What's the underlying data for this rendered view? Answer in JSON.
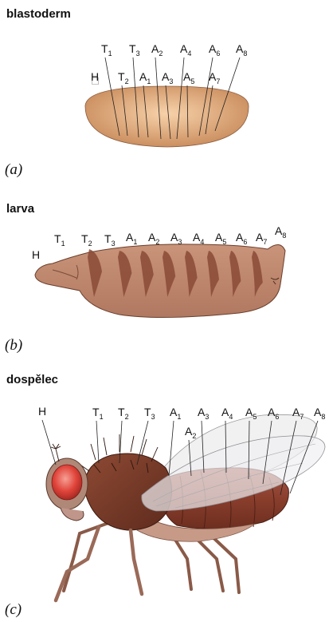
{
  "panels": [
    {
      "title": "blastoderm",
      "label": "(a)"
    },
    {
      "title": "larva",
      "label": "(b)"
    },
    {
      "title": "dospělec",
      "label": "(c)"
    }
  ],
  "segments": {
    "blastoderm": [
      {
        "base": "H",
        "sub": "⃞"
      },
      {
        "base": "T",
        "sub": "1"
      },
      {
        "base": "T",
        "sub": "2"
      },
      {
        "base": "T",
        "sub": "3"
      },
      {
        "base": "A",
        "sub": "1"
      },
      {
        "base": "A",
        "sub": "2"
      },
      {
        "base": "A",
        "sub": "3"
      },
      {
        "base": "A",
        "sub": "4"
      },
      {
        "base": "A",
        "sub": "5"
      },
      {
        "base": "A",
        "sub": "6"
      },
      {
        "base": "A",
        "sub": "7"
      },
      {
        "base": "A",
        "sub": "8"
      }
    ],
    "larva": [
      {
        "base": "H",
        "sub": ""
      },
      {
        "base": "T",
        "sub": "1"
      },
      {
        "base": "T",
        "sub": "2"
      },
      {
        "base": "T",
        "sub": "3"
      },
      {
        "base": "A",
        "sub": "1"
      },
      {
        "base": "A",
        "sub": "2"
      },
      {
        "base": "A",
        "sub": "3"
      },
      {
        "base": "A",
        "sub": "4"
      },
      {
        "base": "A",
        "sub": "5"
      },
      {
        "base": "A",
        "sub": "6"
      },
      {
        "base": "A",
        "sub": "7"
      },
      {
        "base": "A",
        "sub": "8"
      }
    ],
    "adult": [
      {
        "base": "H",
        "sub": ""
      },
      {
        "base": "T",
        "sub": "1"
      },
      {
        "base": "T",
        "sub": "2"
      },
      {
        "base": "T",
        "sub": "3"
      },
      {
        "base": "A",
        "sub": "1"
      },
      {
        "base": "A",
        "sub": "2"
      },
      {
        "base": "A",
        "sub": "3"
      },
      {
        "base": "A",
        "sub": "4"
      },
      {
        "base": "A",
        "sub": "5"
      },
      {
        "base": "A",
        "sub": "6"
      },
      {
        "base": "A",
        "sub": "7"
      },
      {
        "base": "A",
        "sub": "8"
      }
    ]
  },
  "colors": {
    "embryo_center": "#f6c79a",
    "embryo_edge": "#c98a5c",
    "larva_body": "#c08a70",
    "larva_band": "#8a4a36",
    "fly_thorax": "#7a3a28",
    "fly_abdomen": "#8a3e2c",
    "fly_eye": "#e0443a",
    "wing": "#e8e8ea"
  }
}
